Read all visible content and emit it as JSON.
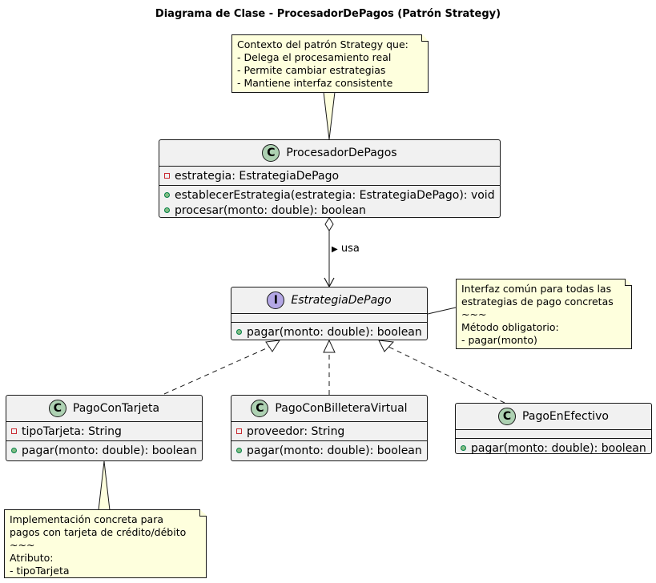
{
  "title": "Diagrama de Clase - ProcesadorDePagos (Patrón Strategy)",
  "notes": {
    "context": [
      "Contexto del patrón Strategy que:",
      "- Delega el procesamiento real",
      "- Permite cambiar estrategias",
      "- Mantiene interfaz consistente"
    ],
    "interface": [
      "Interfaz común para todas las",
      "estrategias de pago concretas",
      "~~~",
      "Método obligatorio:",
      "- pagar(monto)"
    ],
    "card": [
      "Implementación concreta para",
      "pagos con tarjeta de crédito/débito",
      "~~~",
      "Atributo:",
      "- tipoTarjeta"
    ]
  },
  "classes": {
    "procesador": {
      "name": "ProcesadorDePagos",
      "stereotype_letter": "C",
      "fields": [
        "estrategia: EstrategiaDePago"
      ],
      "methods": [
        "establecerEstrategia(estrategia: EstrategiaDePago): void",
        "procesar(monto: double): boolean"
      ]
    },
    "estrategia": {
      "name": "EstrategiaDePago",
      "stereotype_letter": "I",
      "methods": [
        "pagar(monto: double): boolean"
      ]
    },
    "tarjeta": {
      "name": "PagoConTarjeta",
      "stereotype_letter": "C",
      "fields": [
        "tipoTarjeta: String"
      ],
      "methods": [
        "pagar(monto: double): boolean"
      ]
    },
    "billetera": {
      "name": "PagoConBilleteraVirtual",
      "stereotype_letter": "C",
      "fields": [
        "proveedor: String"
      ],
      "methods": [
        "pagar(monto: double): boolean"
      ]
    },
    "efectivo": {
      "name": "PagoEnEfectivo",
      "stereotype_letter": "C",
      "methods": [
        "pagar(monto: double): boolean"
      ]
    }
  },
  "relations": {
    "uses_label": "usa",
    "uses_arrow": "▶"
  },
  "colors": {
    "class_fill": "#F1F1F1",
    "note_fill": "#FEFFDD",
    "class_badge": "#ADD1B2",
    "interface_badge": "#B4A7E5",
    "private_marker": "#C82930",
    "public_marker": "#84BE84"
  }
}
